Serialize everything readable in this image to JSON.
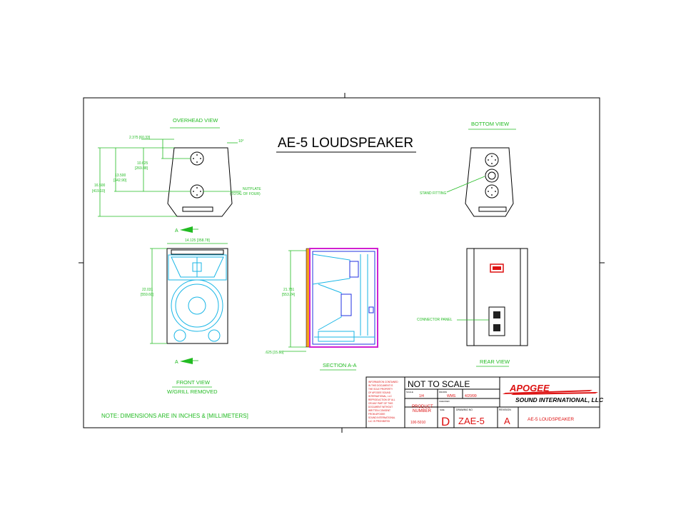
{
  "title": "AE-5 LOUDSPEAKER",
  "views": {
    "overhead": "OVERHEAD VIEW",
    "bottom": "BOTTOM VIEW",
    "front": "FRONT VIEW",
    "front_sub": "W/GRILL REMOVED",
    "section": "SECTION A-A",
    "rear": "REAR VIEW"
  },
  "dimensions": {
    "d1": "2.375 [60.33]",
    "d2": "10°",
    "d3a": "10.625",
    "d3b": "[269.88]",
    "d4a": "13.500",
    "d4b": "[342.90]",
    "d5a": "16.500",
    "d5b": "[419.10]",
    "d6": "14.125 [358.78]",
    "d7a": "22.031",
    "d7b": "[559.60]",
    "d8a": "21.781",
    "d8b": "[553.24]",
    "d9": ".625 [15.88]"
  },
  "callouts": {
    "nutplate_a": "NUTPLATE",
    "nutplate_b": "(TOTAL OF FOUR)",
    "stand_fitting": "STAND FITTING",
    "connector_panel": "CONNECTOR PANEL",
    "section_mark": "A"
  },
  "note": "NOTE: DIMENSIONS ARE IN INCHES & [MILLIMETERS]",
  "title_block": {
    "confidential": [
      "INFORMATION CONTAINED",
      "IN THIS DOCUMENT IS",
      "THE SOLE PROPERTY",
      "OF APOGEE SOUND",
      "INTERNATIONAL, LLC",
      "REPRODUCTION OF ALL",
      "OR ANY PART OF THIS",
      "DOCUMENT WITHOUT",
      "WRITTEN CONSENT",
      "FROM APOGEE",
      "SOUND INTERNATIONAL",
      "LLC IS PROHIBITED"
    ],
    "not_to_scale": "NOT TO SCALE",
    "scale_label": "SCALE",
    "scale": "1/4",
    "drawn_label": "DRAWN",
    "drawn_by": "WMS",
    "date": "4/20/99",
    "checked_label": "CHECKED",
    "product_number_label_a": "PRODUCT",
    "product_number_label_b": "NUMBER",
    "product_number": "100-5010",
    "size_label": "SIZE",
    "size": "D",
    "drawing_no_label": "DRAWING NO",
    "drawing_no": "ZAE-5",
    "revision_label": "REVISION",
    "revision": "A",
    "description": "AE-5 LOUDSPEAKER",
    "logo_top": "APOGEE",
    "logo_bottom": "SOUND INTERNATIONAL, LLC"
  }
}
